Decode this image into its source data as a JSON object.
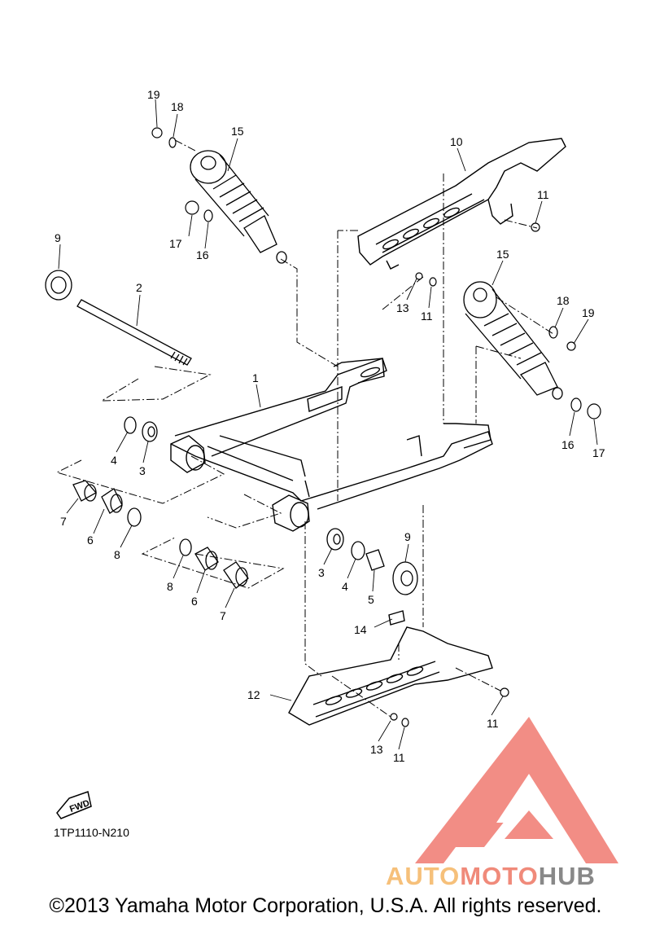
{
  "callouts": [
    {
      "id": "c19a",
      "label": "19"
    },
    {
      "id": "c18a",
      "label": "18"
    },
    {
      "id": "c15a",
      "label": "15"
    },
    {
      "id": "c17a",
      "label": "17"
    },
    {
      "id": "c16a",
      "label": "16"
    },
    {
      "id": "c10",
      "label": "10"
    },
    {
      "id": "c11a",
      "label": "11"
    },
    {
      "id": "c9a",
      "label": "9"
    },
    {
      "id": "c2",
      "label": "2"
    },
    {
      "id": "c13a",
      "label": "13"
    },
    {
      "id": "c11b",
      "label": "11"
    },
    {
      "id": "c15b",
      "label": "15"
    },
    {
      "id": "c18b",
      "label": "18"
    },
    {
      "id": "c19b",
      "label": "19"
    },
    {
      "id": "c1",
      "label": "1"
    },
    {
      "id": "c4a",
      "label": "4"
    },
    {
      "id": "c3a",
      "label": "3"
    },
    {
      "id": "c16b",
      "label": "16"
    },
    {
      "id": "c17b",
      "label": "17"
    },
    {
      "id": "c7a",
      "label": "7"
    },
    {
      "id": "c6a",
      "label": "6"
    },
    {
      "id": "c8a",
      "label": "8"
    },
    {
      "id": "c9b",
      "label": "9"
    },
    {
      "id": "c3b",
      "label": "3"
    },
    {
      "id": "c4b",
      "label": "4"
    },
    {
      "id": "c5",
      "label": "5"
    },
    {
      "id": "c8b",
      "label": "8"
    },
    {
      "id": "c6b",
      "label": "6"
    },
    {
      "id": "c7b",
      "label": "7"
    },
    {
      "id": "c14",
      "label": "14"
    },
    {
      "id": "c12",
      "label": "12"
    },
    {
      "id": "c11c",
      "label": "11"
    },
    {
      "id": "c13b",
      "label": "13"
    },
    {
      "id": "c11d",
      "label": "11"
    }
  ],
  "fwd_label": "FWD",
  "diagram_code": "1TP1110-N210",
  "watermark": {
    "part1": "AUTO",
    "part2": "MOTO",
    "part3": "HUB",
    "color1": "#f6c07a",
    "color2": "#f08a7a",
    "color3": "#888888",
    "logo_color": "#f07a70"
  },
  "copyright": "©2013 Yamaha Motor Corporation, U.S.A. All rights reserved."
}
